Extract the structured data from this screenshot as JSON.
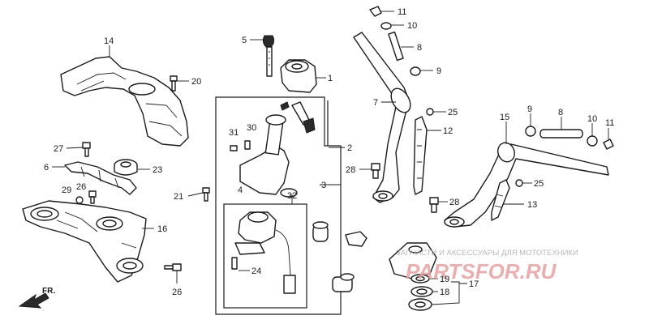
{
  "callouts": [
    "1",
    "2",
    "3",
    "4",
    "5",
    "6",
    "7",
    "8",
    "8",
    "9",
    "9",
    "10",
    "10",
    "11",
    "11",
    "12",
    "13",
    "14",
    "15",
    "16",
    "17",
    "18",
    "19",
    "20",
    "21",
    "23",
    "24",
    "25",
    "25",
    "26",
    "26",
    "27",
    "28",
    "28",
    "29",
    "30",
    "31",
    "32"
  ],
  "direction_label": "FR.",
  "watermark": {
    "caption": "ЗАПЧАСТИ И АКСЕССУАРЫ ДЛЯ МОТОТЕХНИКИ",
    "logo": "PARTSFOR.RU"
  }
}
